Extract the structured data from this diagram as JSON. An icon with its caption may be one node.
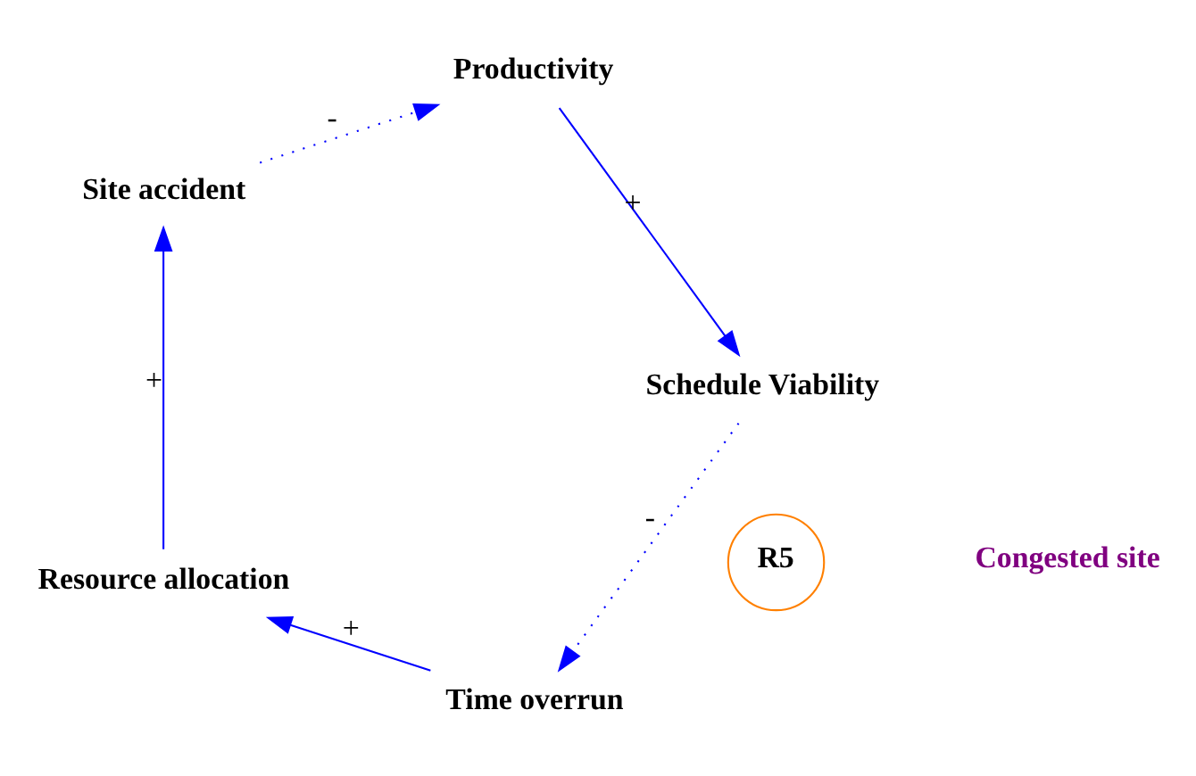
{
  "diagram": {
    "nodes": [
      {
        "text": [
          "Time overrun"
        ]
      },
      {
        "text": [
          "Schedule Viability"
        ]
      },
      {
        "text": [
          "Site accident"
        ]
      },
      {
        "text": [
          "Resource allocation"
        ]
      },
      {
        "text": [
          "Productivity"
        ]
      }
    ],
    "edges": [
      {
        "from": 1,
        "to": 0,
        "arrow": "to",
        "label": "-",
        "style": "dashed"
      },
      {
        "from": 0,
        "to": 3,
        "arrow": "to",
        "label": "+"
      },
      {
        "from": 3,
        "to": 2,
        "arrow": "to",
        "label": "+"
      },
      {
        "from": 2,
        "to": 4,
        "arrow": "to",
        "label": "-",
        "style": "dashed"
      },
      {
        "from": 4,
        "to": 1,
        "arrow": "to",
        "label": "+"
      }
    ],
    "labels": [
      "R5",
      "Congested site"
    ]
  }
}
